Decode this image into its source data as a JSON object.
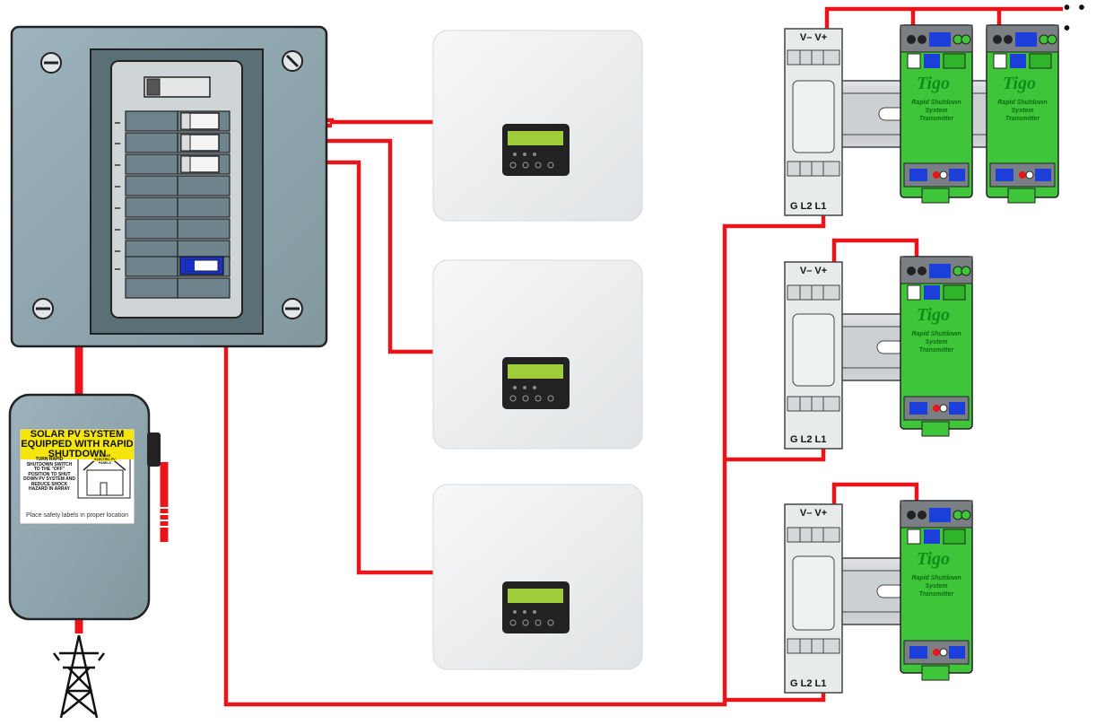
{
  "diagram": {
    "continuation": "• • •",
    "power_supplies": [
      {
        "top_label": "V– V+",
        "bottom_label": "G L2 L1"
      },
      {
        "top_label": "V– V+",
        "bottom_label": "G L2 L1"
      },
      {
        "top_label": "V– V+",
        "bottom_label": "G L2 L1"
      }
    ],
    "transmitter": {
      "brand": "Tigo",
      "product": "Rapid Shutdown System Transmitter"
    },
    "disconnect_sign": {
      "title": "SOLAR PV SYSTEM EQUIPPED WITH RAPID SHUTDOWN",
      "instructions": "TURN RAPID SHUTDOWN SWITCH TO THE \"OFF\" POSITION TO SHUT DOWN PV SYSTEM AND REDUCE SHOCK HAZARD IN ARRAY",
      "inset": "SOLAR ELECTRIC PV PANELS",
      "note": "Place safety labels in proper location"
    },
    "colors": {
      "wire": "#e8151b",
      "panel": "#8fa6b1",
      "transmitter": "#3fc53a",
      "inverter": "#eef0f1",
      "din_rail": "#c9cccf"
    },
    "icons": [
      "transmission-tower-icon",
      "screw-icon",
      "inverter-display-icon"
    ]
  }
}
